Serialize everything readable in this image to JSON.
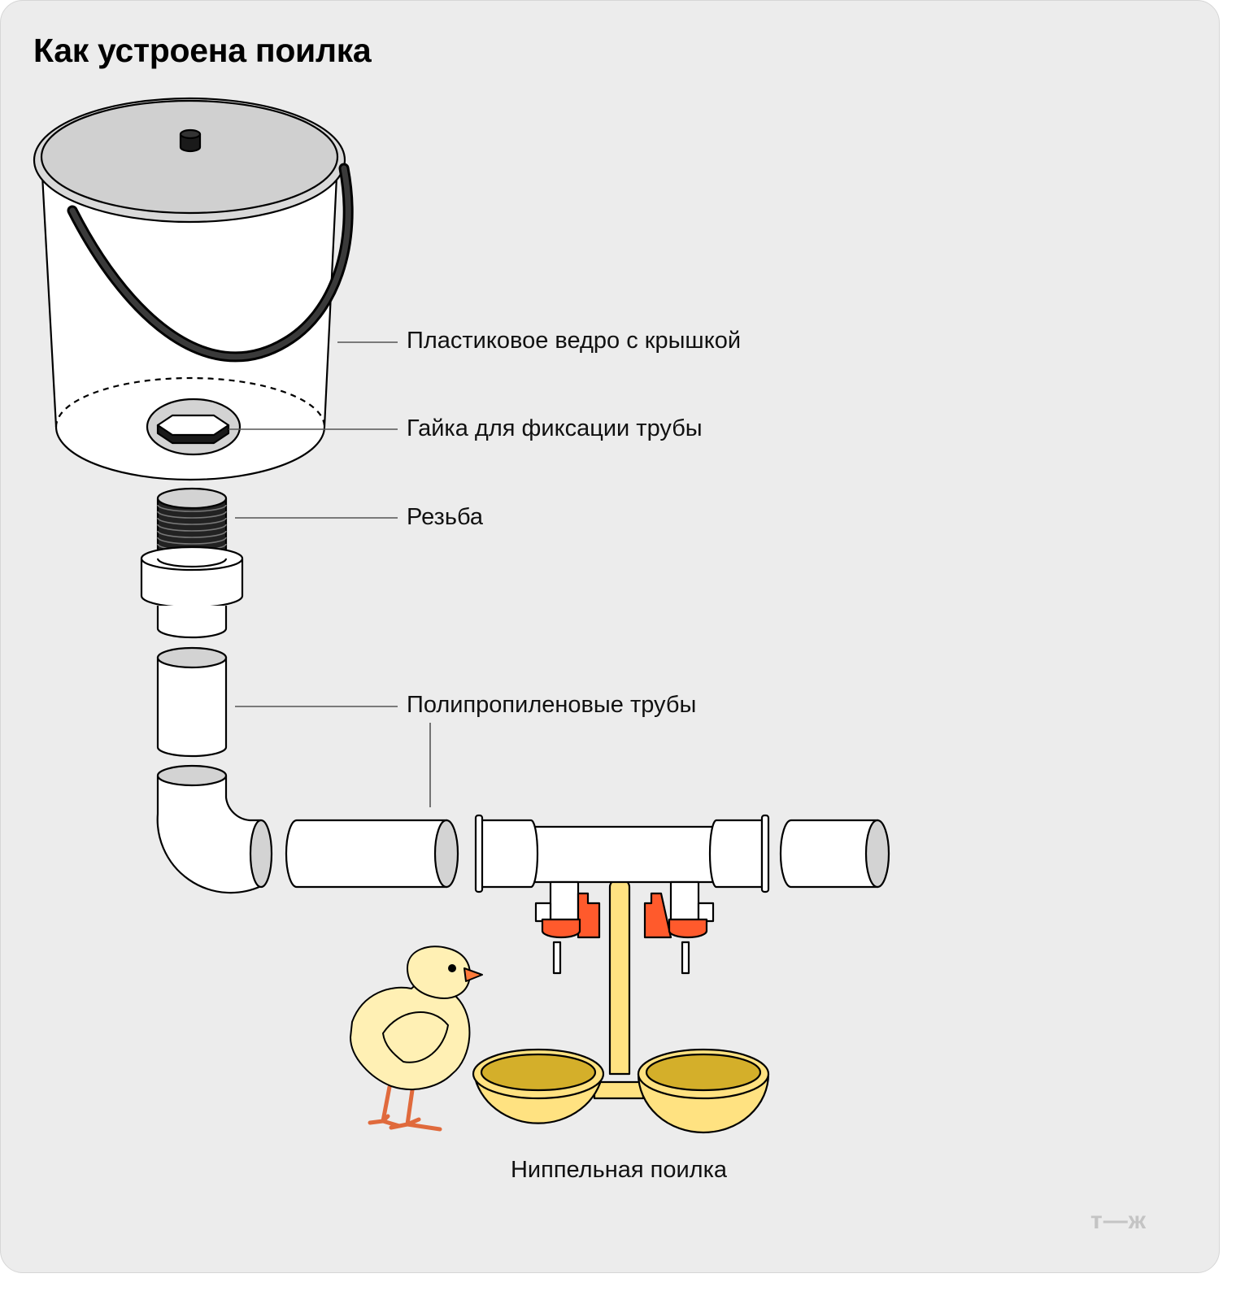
{
  "title": "Как устроена поилка",
  "labels": {
    "bucket": "Пластиковое ведро с крышкой",
    "nut": "Гайка для фиксации трубы",
    "thread": "Резьба",
    "pipes": "Полипропиленовые трубы",
    "drinker": "Ниппельная поилка"
  },
  "logo": "т—ж",
  "colors": {
    "background": "#ececec",
    "lid": "#d6d6d6",
    "pipe_end": "#d3d3d3",
    "nipple_orange": "#ff5a2c",
    "drinker_yellow": "#ffe281",
    "water": "#d4af2a",
    "chick": "#fff0b4"
  }
}
